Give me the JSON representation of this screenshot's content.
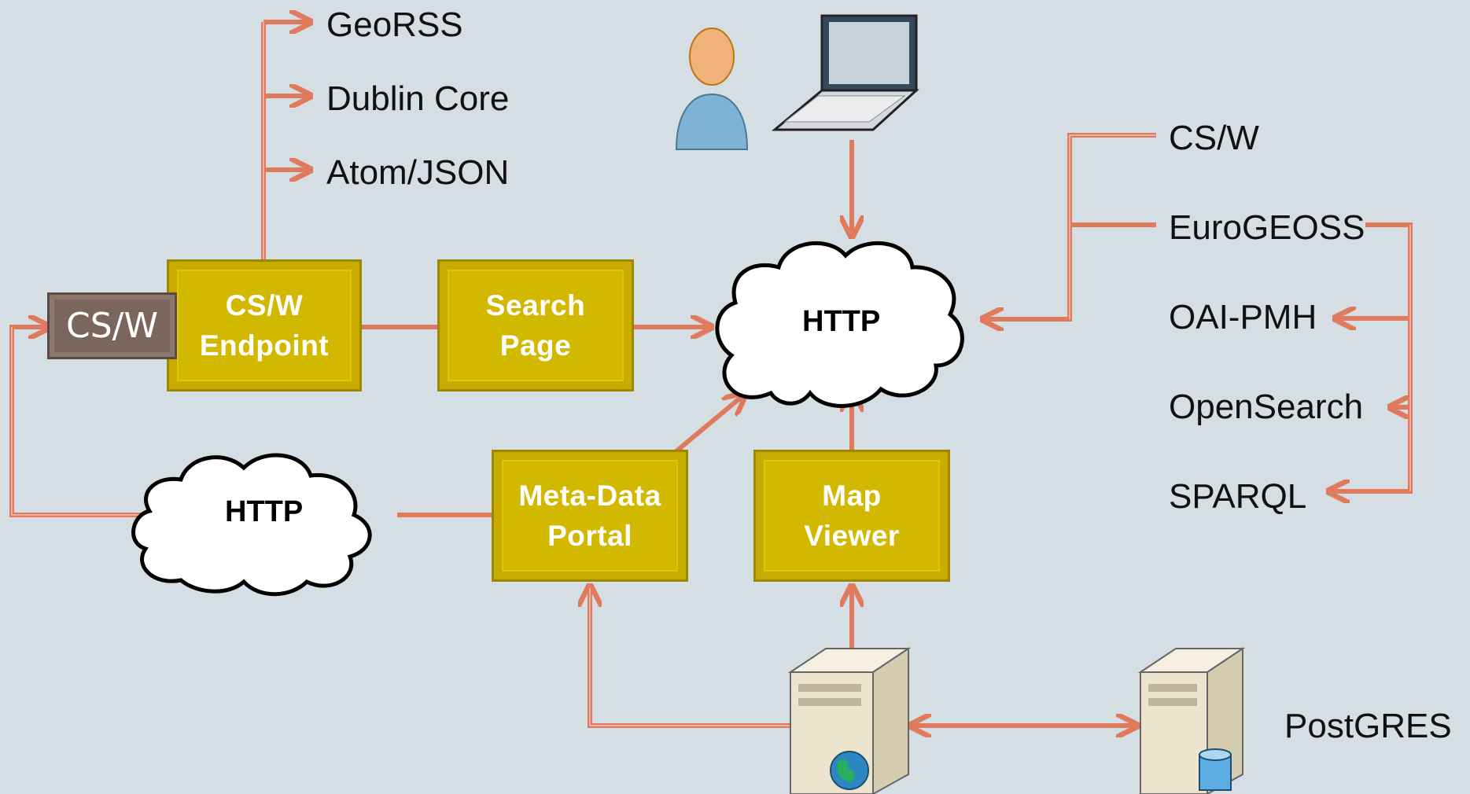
{
  "left_formats": [
    "GeoRSS",
    "Dublin Core",
    "Atom/JSON"
  ],
  "right_protocols": [
    "CS/W",
    "EuroGEOSS",
    "OAI-PMH",
    "OpenSearch",
    "SPARQL"
  ],
  "boxes": {
    "csw_endpoint": "CS/W\nEndpoint",
    "search_page": "Search\nPage",
    "metadata_portal": "Meta-Data\nPortal",
    "map_viewer": "Map\nViewer"
  },
  "csw_tag": "CS/W",
  "clouds": {
    "main": "HTTP",
    "secondary": "HTTP"
  },
  "db_label": "PostGRES",
  "colors": {
    "background": "#d4dee3",
    "box": "#d3b800",
    "arrow": "#e07a5f",
    "tag": "#7a665d"
  },
  "icons": [
    "user-icon",
    "laptop-icon",
    "web-server-icon",
    "database-server-icon"
  ]
}
